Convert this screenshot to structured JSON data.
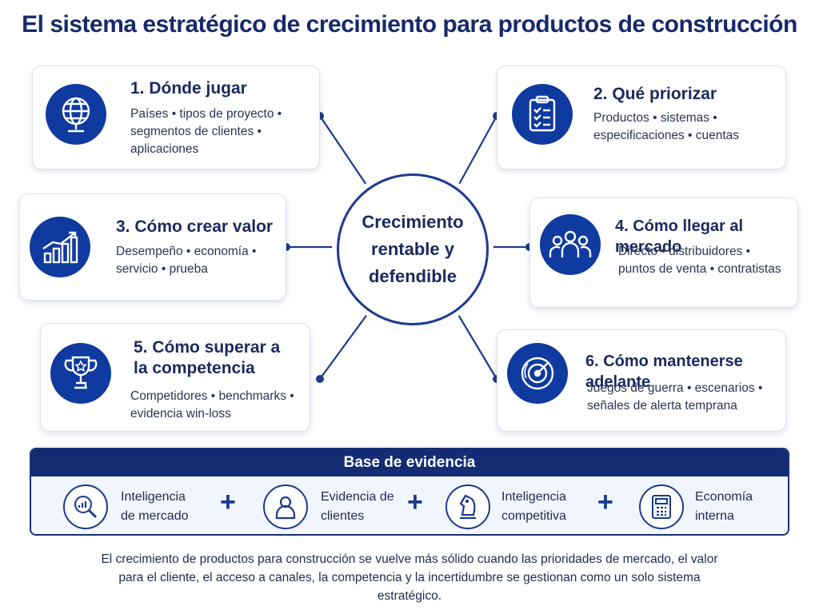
{
  "title": "El sistema estratégico de crecimiento para productos de construcción",
  "center_label": "Crecimiento rentable y defendible",
  "cards": [
    {
      "title": "1. Dónde jugar",
      "text": "Países • tipos de proyecto • segmentos de clientes • aplicaciones",
      "icon": "globe-icon"
    },
    {
      "title": "2. Qué priorizar",
      "text": "Productos • sistemas • especificaciones • cuentas",
      "icon": "clipboard-checklist-icon"
    },
    {
      "title": "3. Cómo crear valor",
      "text": "Desempeño • economía • servicio • prueba",
      "icon": "growth-chart-icon"
    },
    {
      "title": "4. Cómo llegar al mercado",
      "text": "Directo • distribuidores • puntos de venta • contratistas",
      "icon": "people-group-icon"
    },
    {
      "title": "5. Cómo superar a la competencia",
      "text": "Competidores • benchmarks • evidencia win-loss",
      "icon": "trophy-icon"
    },
    {
      "title": "6. Cómo mantenerse adelante",
      "text": "Juegos de guerra • escenarios • señales de alerta temprana",
      "icon": "radar-icon"
    }
  ],
  "evidence": {
    "header": "Base de evidencia",
    "items": [
      {
        "label": "Inteligencia de mercado",
        "icon": "market-analysis-icon"
      },
      {
        "label": "Evidencia de clientes",
        "icon": "customer-icon"
      },
      {
        "label": "Inteligencia competitiva",
        "icon": "chess-knight-icon"
      },
      {
        "label": "Economía interna",
        "icon": "calculator-icon"
      }
    ],
    "separator": "+"
  },
  "footer": "El crecimiento de productos para construcción se vuelve más sólido cuando las prioridades de mercado, el valor para el cliente, el acceso a canales, la competencia y la incertidumbre se gestionan como un solo sistema estratégico.",
  "colors": {
    "primary": "#0f3aa0",
    "navy": "#142c74",
    "text": "#1a2a5e",
    "panel": "#f1f5fd"
  }
}
